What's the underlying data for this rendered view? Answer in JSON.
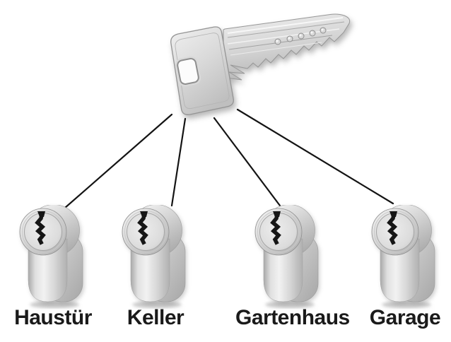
{
  "master_key": {
    "icon": "master-key-image"
  },
  "locks": [
    {
      "label": "Haustür",
      "icon": "lock-cylinder-image"
    },
    {
      "label": "Keller",
      "icon": "lock-cylinder-image"
    },
    {
      "label": "Gartenhaus",
      "icon": "lock-cylinder-image"
    },
    {
      "label": "Garage",
      "icon": "lock-cylinder-image"
    }
  ],
  "connections": [
    {
      "from": "master-key",
      "to": "Haustür"
    },
    {
      "from": "master-key",
      "to": "Keller"
    },
    {
      "from": "master-key",
      "to": "Gartenhaus"
    },
    {
      "from": "master-key",
      "to": "Garage"
    }
  ],
  "colors": {
    "background": "#ffffff",
    "metal_light": "#f6f6f6",
    "metal_mid": "#cfcfcf",
    "metal_dark": "#9a9a9a",
    "keyway_black": "#161616",
    "connector_line": "#141414",
    "label_text": "#1a1a1a"
  }
}
